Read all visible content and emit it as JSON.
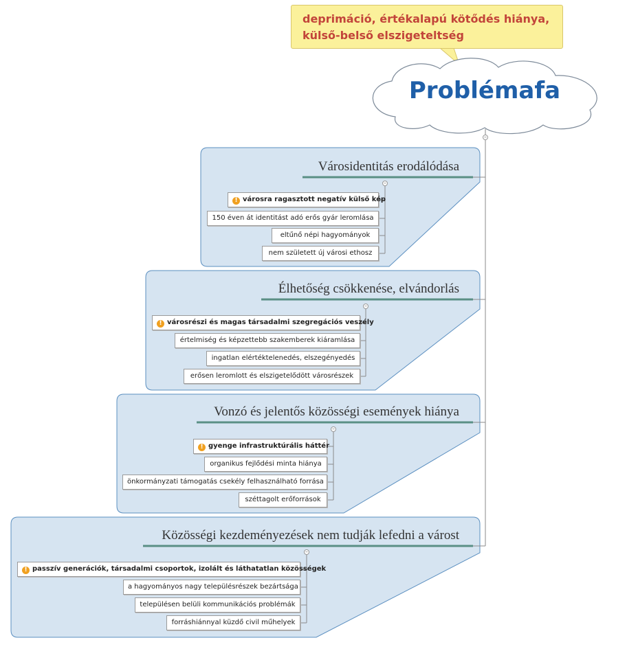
{
  "callout": {
    "line1": "deprimáció, értékalapú kötődés hiánya,",
    "line2": "külső-belső elszigeteltség"
  },
  "root": {
    "title": "Problémafa"
  },
  "branches": [
    {
      "title": "Városidentitás erodálódása",
      "items": [
        "városra ragasztott negatív külső kép",
        "150 éven át identitást adó erős gyár leromlása",
        "eltűnő népi hagyományok",
        "nem született új városi ethosz"
      ]
    },
    {
      "title": "Élhetőség csökkenése, elvándorlás",
      "items": [
        "városrészi és magas társadalmi szegregációs veszély",
        "értelmiség és képzettebb szakemberek kiáramlása",
        "ingatlan elértéktelenedés, elszegényedés",
        "erősen leromlott és elszigetelődött városrészek"
      ]
    },
    {
      "title": "Vonzó és jelentős közösségi események hiánya",
      "items": [
        "gyenge infrastruktúrális háttér",
        "organikus fejlődési minta hiánya",
        "önkormányzati támogatás csekély felhasználható forrása",
        "széttagolt erőforrások"
      ]
    },
    {
      "title": "Közösségi kezdeményezések nem tudják lefedni a várost",
      "items": [
        "passzív generációk, társadalmi csoportok, izolált és láthatatlan közösségek",
        "a hagyományos nagy településrészek bezártsága",
        "településen belüli kommunikációs problémák",
        "forráshiánnyal küzdő civil műhelyek"
      ]
    }
  ],
  "colors": {
    "panel_fill": "#d6e4f1",
    "panel_border": "#5b8fc0",
    "underline": "#5a8f85",
    "title_blue": "#1f5fa8",
    "callout_text": "#c2443a",
    "callout_fill": "#fbf19b",
    "warning": "#f0a020"
  },
  "icons": {
    "marker": "warning-icon",
    "collapse": "collapse-toggle-icon"
  }
}
